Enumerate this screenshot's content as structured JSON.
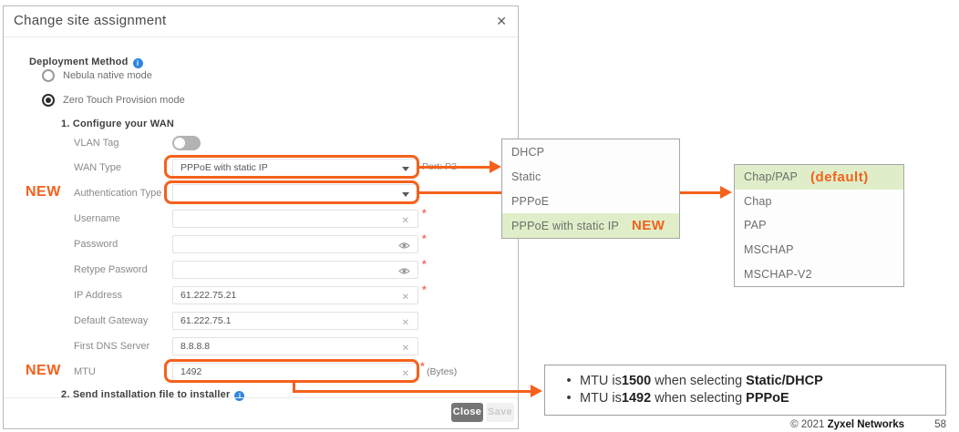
{
  "dialog": {
    "title": "Change site assignment",
    "close_icon": "✕",
    "deployment": {
      "label": "Deployment Method",
      "info_icon": "i",
      "options": [
        {
          "label": "Nebula native mode",
          "selected": false
        },
        {
          "label": "Zero Touch Provision mode",
          "selected": true
        }
      ]
    },
    "section1": "1. Configure your WAN",
    "section2": "2. Send installation file to installer",
    "required_marker": "*",
    "clear_icon": "✕",
    "fields": [
      {
        "label": "VLAN Tag",
        "type": "toggle",
        "state": "off"
      },
      {
        "label": "WAN Type",
        "type": "select",
        "value": "PPPoE with static IP",
        "port_note": "Port: P2",
        "highlighted": true
      },
      {
        "label": "Authentication Type",
        "type": "select",
        "value": "",
        "badge": "NEW",
        "highlighted": true
      },
      {
        "label": "Username",
        "type": "input",
        "value": "",
        "icon": "clear",
        "required": true
      },
      {
        "label": "Password",
        "type": "input",
        "value": "",
        "icon": "eye",
        "required": true
      },
      {
        "label": "Retype Pasword",
        "type": "input",
        "value": "",
        "icon": "eye",
        "required": true
      },
      {
        "label": "IP Address",
        "type": "input",
        "value": "61.222.75.21",
        "icon": "clear",
        "required": true
      },
      {
        "label": "Default Gateway",
        "type": "input",
        "value": "61.222.75.1",
        "icon": "clear",
        "required": false
      },
      {
        "label": "First DNS Server",
        "type": "input",
        "value": "8.8.8.8",
        "icon": "clear",
        "required": false
      },
      {
        "label": "MTU",
        "type": "input",
        "value": "1492",
        "icon": "clear",
        "required": true,
        "badge": "NEW",
        "suffix": "(Bytes)",
        "highlighted": true
      }
    ],
    "buttons": {
      "close": "Close",
      "save": "Save",
      "save_disabled": true
    }
  },
  "wan_type_menu": {
    "items": [
      "DHCP",
      "Static",
      "PPPoE",
      "PPPoE with static IP"
    ],
    "highlighted_item": "PPPoE with static IP",
    "new_badge": "NEW"
  },
  "auth_type_menu": {
    "items": [
      "Chap/PAP",
      "Chap",
      "PAP",
      "MSCHAP",
      "MSCHAP-V2"
    ],
    "highlighted_item": "Chap/PAP",
    "default_badge": "(default)"
  },
  "note": {
    "bullets": [
      {
        "pre": "MTU is",
        "bold1": "1500",
        "mid": " when selecting ",
        "bold2": "Static/DHCP"
      },
      {
        "pre": "MTU is",
        "bold1": "1492",
        "mid": " when selecting ",
        "bold2": "PPPoE"
      }
    ]
  },
  "footer": {
    "copyright_prefix": "© 2021 ",
    "brand": "Zyxel Networks",
    "page_number": "58"
  },
  "colors": {
    "accent_orange": "#f4611c",
    "highlight_green": "#dfeec8",
    "required_red": "#f96a60",
    "info_blue": "#2e86e0"
  }
}
